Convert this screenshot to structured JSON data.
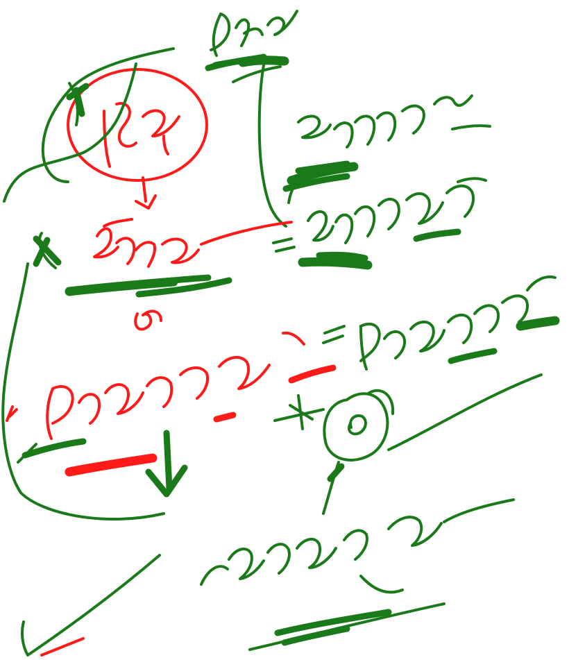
{
  "canvas": {
    "background": "#ffffff"
  },
  "ink_colors": {
    "green": "#1a7a1a",
    "red": "#ff1a1a"
  },
  "handwritten_words": [
    {
      "id": "word-top",
      "color": "green"
    },
    {
      "id": "word-circled",
      "color": "red"
    },
    {
      "id": "word-middle-left",
      "color": "red"
    },
    {
      "id": "word-right-top",
      "color": "green"
    },
    {
      "id": "word-right-middle",
      "color": "green"
    },
    {
      "id": "word-lower-left",
      "color": "red"
    },
    {
      "id": "word-right-lower",
      "color": "green"
    },
    {
      "id": "word-bottom",
      "color": "green"
    }
  ]
}
